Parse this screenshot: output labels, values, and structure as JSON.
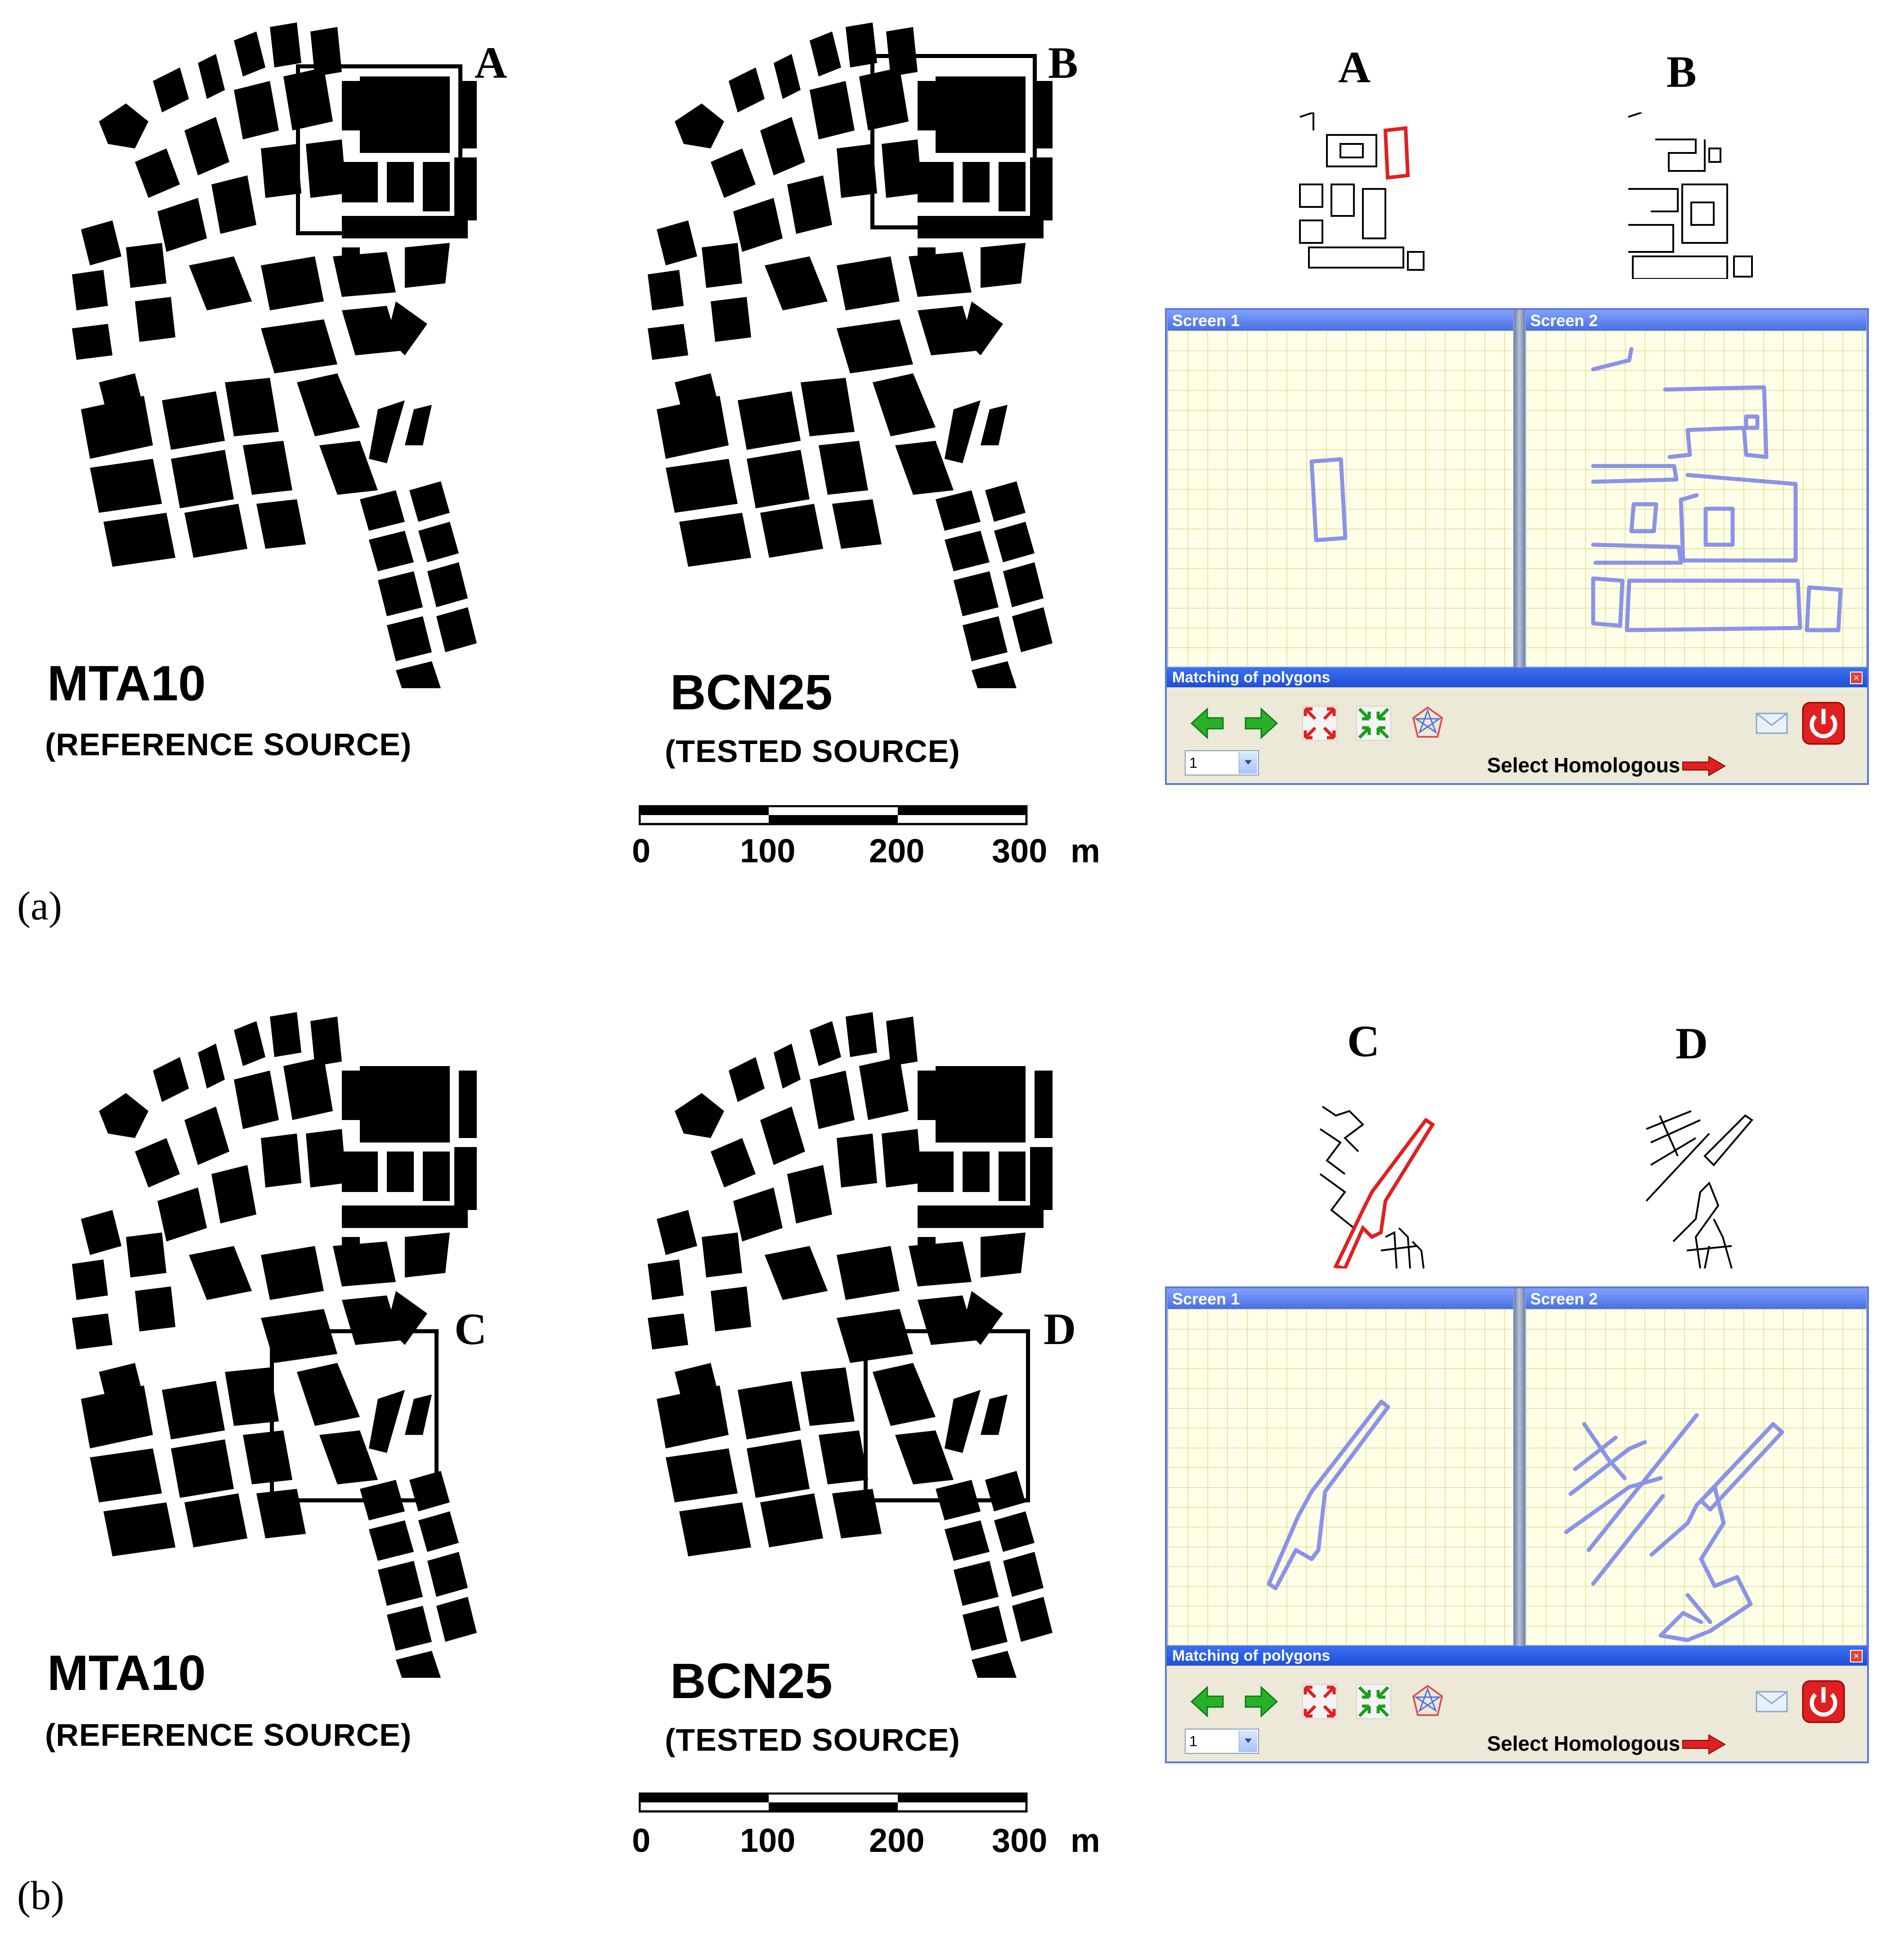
{
  "panels": [
    {
      "id": "a",
      "label": "(a)",
      "reference": {
        "title": "MTA10",
        "subtitle": "(REFERENCE SOURCE)",
        "inset_letter": "A"
      },
      "tested": {
        "title": "BCN25",
        "subtitle": "(TESTED SOURCE)",
        "inset_letter": "B"
      },
      "scale": {
        "ticks": [
          "0",
          "100",
          "200",
          "300"
        ],
        "unit": "m"
      },
      "thumbs": [
        "A",
        "B"
      ],
      "app": {
        "screen1_title": "Screen 1",
        "screen2_title": "Screen 2",
        "bar_title": "Matching of polygons",
        "select_value": "1",
        "action_label": "Select Homologous"
      }
    },
    {
      "id": "b",
      "label": "(b)",
      "reference": {
        "title": "MTA10",
        "subtitle": "(REFERENCE SOURCE)",
        "inset_letter": "C"
      },
      "tested": {
        "title": "BCN25",
        "subtitle": "(TESTED SOURCE)",
        "inset_letter": "D"
      },
      "scale": {
        "ticks": [
          "0",
          "100",
          "200",
          "300"
        ],
        "unit": "m"
      },
      "thumbs": [
        "C",
        "D"
      ],
      "app": {
        "screen1_title": "Screen 1",
        "screen2_title": "Screen 2",
        "bar_title": "Matching of polygons",
        "select_value": "1",
        "action_label": "Select Homologous"
      }
    }
  ],
  "icons": {
    "prev": "green-left-arrow-icon",
    "next": "green-right-arrow-icon",
    "expand": "red-expand-icon",
    "collapse": "green-collapse-icon",
    "radar": "star-polygon-icon",
    "mail": "envelope-icon",
    "power": "power-icon",
    "pointer": "red-right-arrow-icon"
  },
  "colors": {
    "highlight": "#e02020",
    "screen_stroke": "#8a93e6",
    "title_bar": "#1f4fd6"
  }
}
